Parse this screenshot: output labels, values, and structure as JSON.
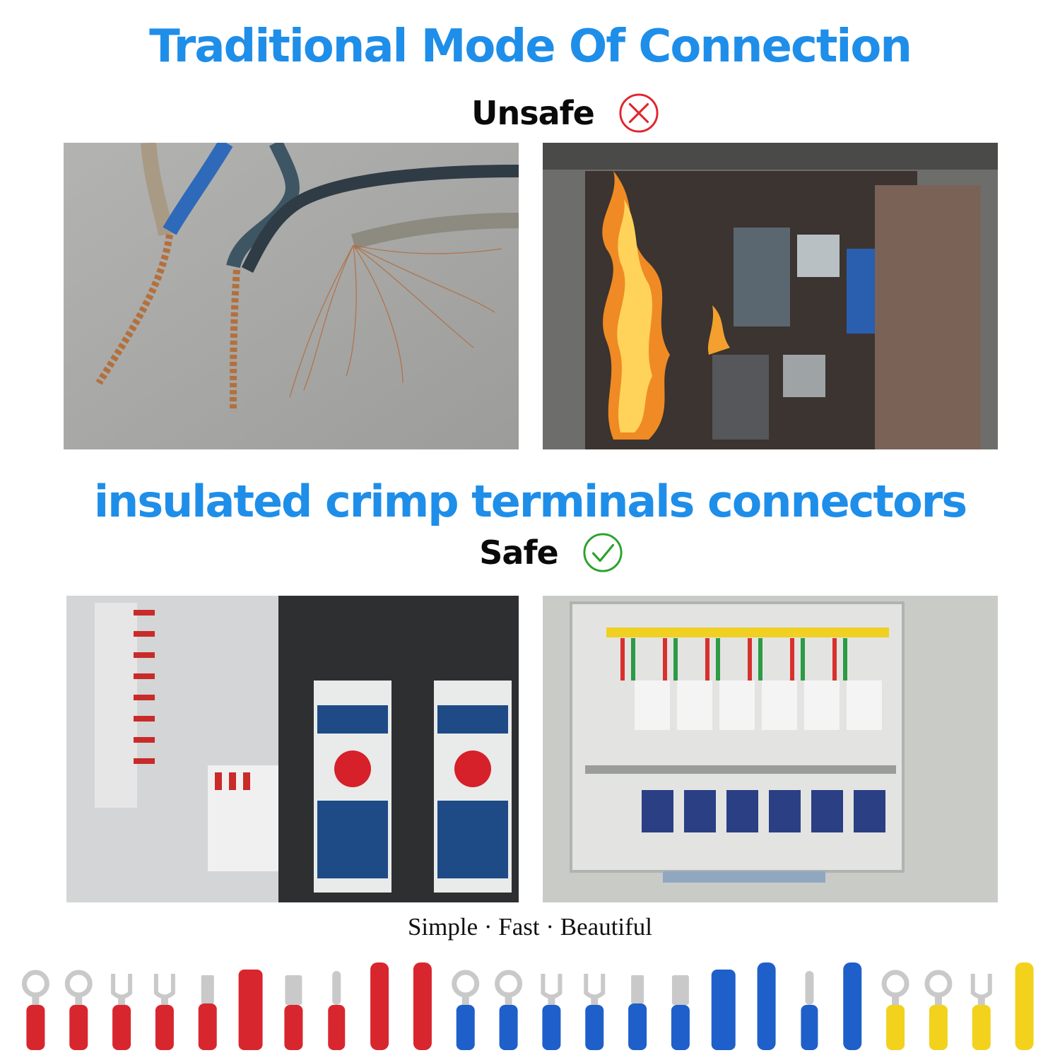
{
  "top_heading": "Traditional Mode Of Connection",
  "unsafe": {
    "label": "Unsafe",
    "icon": "cross-circle-icon",
    "color": "#e0242b"
  },
  "middle_heading": "insulated crimp terminals connectors",
  "safe": {
    "label": "Safe",
    "icon": "check-circle-icon",
    "color": "#2aa22a"
  },
  "tagline": "Simple · Fast · Beautiful",
  "photos": [
    {
      "subject": "twisted-bare-wires"
    },
    {
      "subject": "burning-electrical-cabinet"
    },
    {
      "subject": "neat-control-panel"
    },
    {
      "subject": "organized-distribution-cabinet"
    }
  ],
  "terminals": {
    "colors": {
      "red": "#d8262e",
      "blue": "#1f5fc9",
      "yellow": "#f2d21c"
    },
    "items": [
      {
        "kind": "ring",
        "color": "red"
      },
      {
        "kind": "ring",
        "color": "red"
      },
      {
        "kind": "spade",
        "color": "red"
      },
      {
        "kind": "spade",
        "color": "red"
      },
      {
        "kind": "male",
        "color": "red"
      },
      {
        "kind": "female-full",
        "color": "red"
      },
      {
        "kind": "female",
        "color": "red"
      },
      {
        "kind": "bullet",
        "color": "red"
      },
      {
        "kind": "butt",
        "color": "red"
      },
      {
        "kind": "butt",
        "color": "red"
      },
      {
        "kind": "ring",
        "color": "blue"
      },
      {
        "kind": "ring",
        "color": "blue"
      },
      {
        "kind": "spade",
        "color": "blue"
      },
      {
        "kind": "spade",
        "color": "blue"
      },
      {
        "kind": "male",
        "color": "blue"
      },
      {
        "kind": "female",
        "color": "blue"
      },
      {
        "kind": "female-full",
        "color": "blue"
      },
      {
        "kind": "butt",
        "color": "blue"
      },
      {
        "kind": "bullet",
        "color": "blue"
      },
      {
        "kind": "butt",
        "color": "blue"
      },
      {
        "kind": "ring",
        "color": "yellow"
      },
      {
        "kind": "ring",
        "color": "yellow"
      },
      {
        "kind": "spade",
        "color": "yellow"
      },
      {
        "kind": "butt",
        "color": "yellow"
      }
    ]
  }
}
